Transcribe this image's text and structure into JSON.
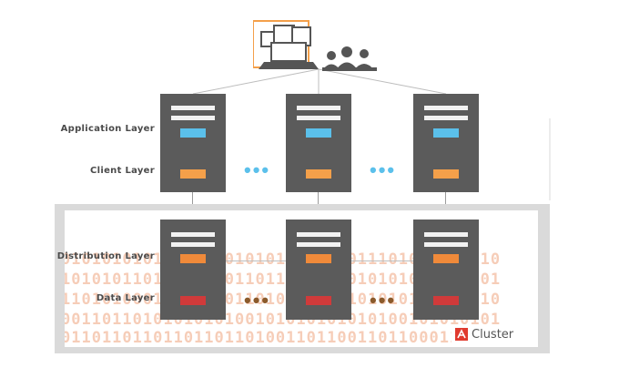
{
  "layers": {
    "application": "Application Layer",
    "client": "Client Layer",
    "distribution": "Distribution Layer",
    "data": "Data Layer"
  },
  "brand": {
    "name": "Cluster"
  },
  "binary_rows": [
    "0101010101010101010101010101011101010101010",
    "1010101101010101011011010101010101010101101",
    "1101010001010101011010101010101010100100010",
    "0011011010101010100101010101010100101010101",
    "0110110110110110110100110110011011000110110"
  ],
  "colors": {
    "server": "#5b5b5b",
    "app_light": "#5bc0eb",
    "client_light": "#f4a04a",
    "data_light": "#d03a3a",
    "cluster_panel": "#dadada",
    "ellipsis_top": "#5bc0eb",
    "ellipsis_bottom": "#8b5a2b"
  },
  "icons": {
    "client_computer": "laptop-with-windows-icon",
    "client_users": "group-of-users-icon"
  }
}
